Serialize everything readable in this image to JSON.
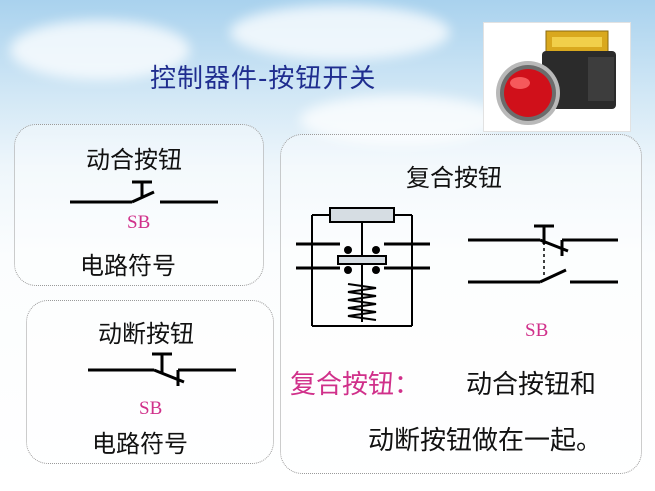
{
  "title": "控制器件-按钮开关",
  "panel_no": {
    "title": "动合按钮",
    "tag": "SB",
    "caption": "电路符号"
  },
  "panel_nc": {
    "title": "动断按钮",
    "tag": "SB",
    "caption": "电路符号"
  },
  "panel_combo": {
    "title": "复合按钮",
    "tag": "SB",
    "note_label": "复合按钮：",
    "note_line1": "动合按钮和",
    "note_line2": "动断按钮做在一起。"
  },
  "colors": {
    "title": "#1f2d8f",
    "accent": "#d0308a",
    "button_red": "#d0101a"
  }
}
